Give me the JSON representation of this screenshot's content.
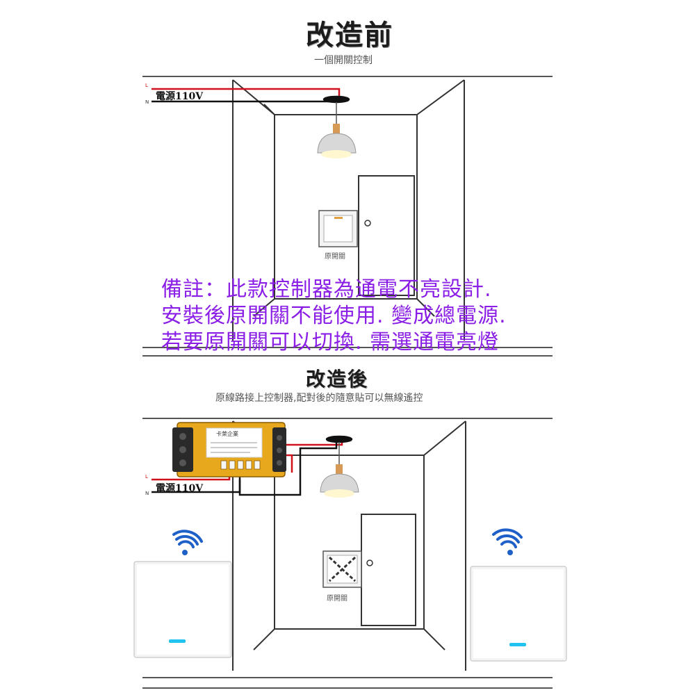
{
  "colors": {
    "accent_note": "#8a1ee6",
    "wire_live": "#d0101a",
    "wire_neutral": "#111111",
    "controller_body": "#e8a81e",
    "wifi": "#1e5fc8",
    "indicator": "#22c3f0"
  },
  "before": {
    "title": "改造前",
    "subtitle": "一個開關控制",
    "power_label": "電源110V",
    "live_label": "L",
    "neutral_label": "N",
    "switch_label": "原開關"
  },
  "note": {
    "lines": [
      "備註：此款控制器為通電不亮設計.",
      "安裝後原開關不能使用. 變成總電源.",
      "若要原開關可以切換. 需選通電亮燈"
    ]
  },
  "after": {
    "title": "改造後",
    "subtitle": "原線路接上控制器,配對後的隨意貼可以無線遙控",
    "power_label": "電源110V",
    "live_label": "L",
    "neutral_label": "N",
    "switch_label": "原開關",
    "controller_label": "卡萊企業"
  },
  "icons": [
    "ceiling-lamp-icon",
    "wall-switch-icon",
    "wifi-icon",
    "disabled-switch-icon",
    "controller-module-icon"
  ]
}
